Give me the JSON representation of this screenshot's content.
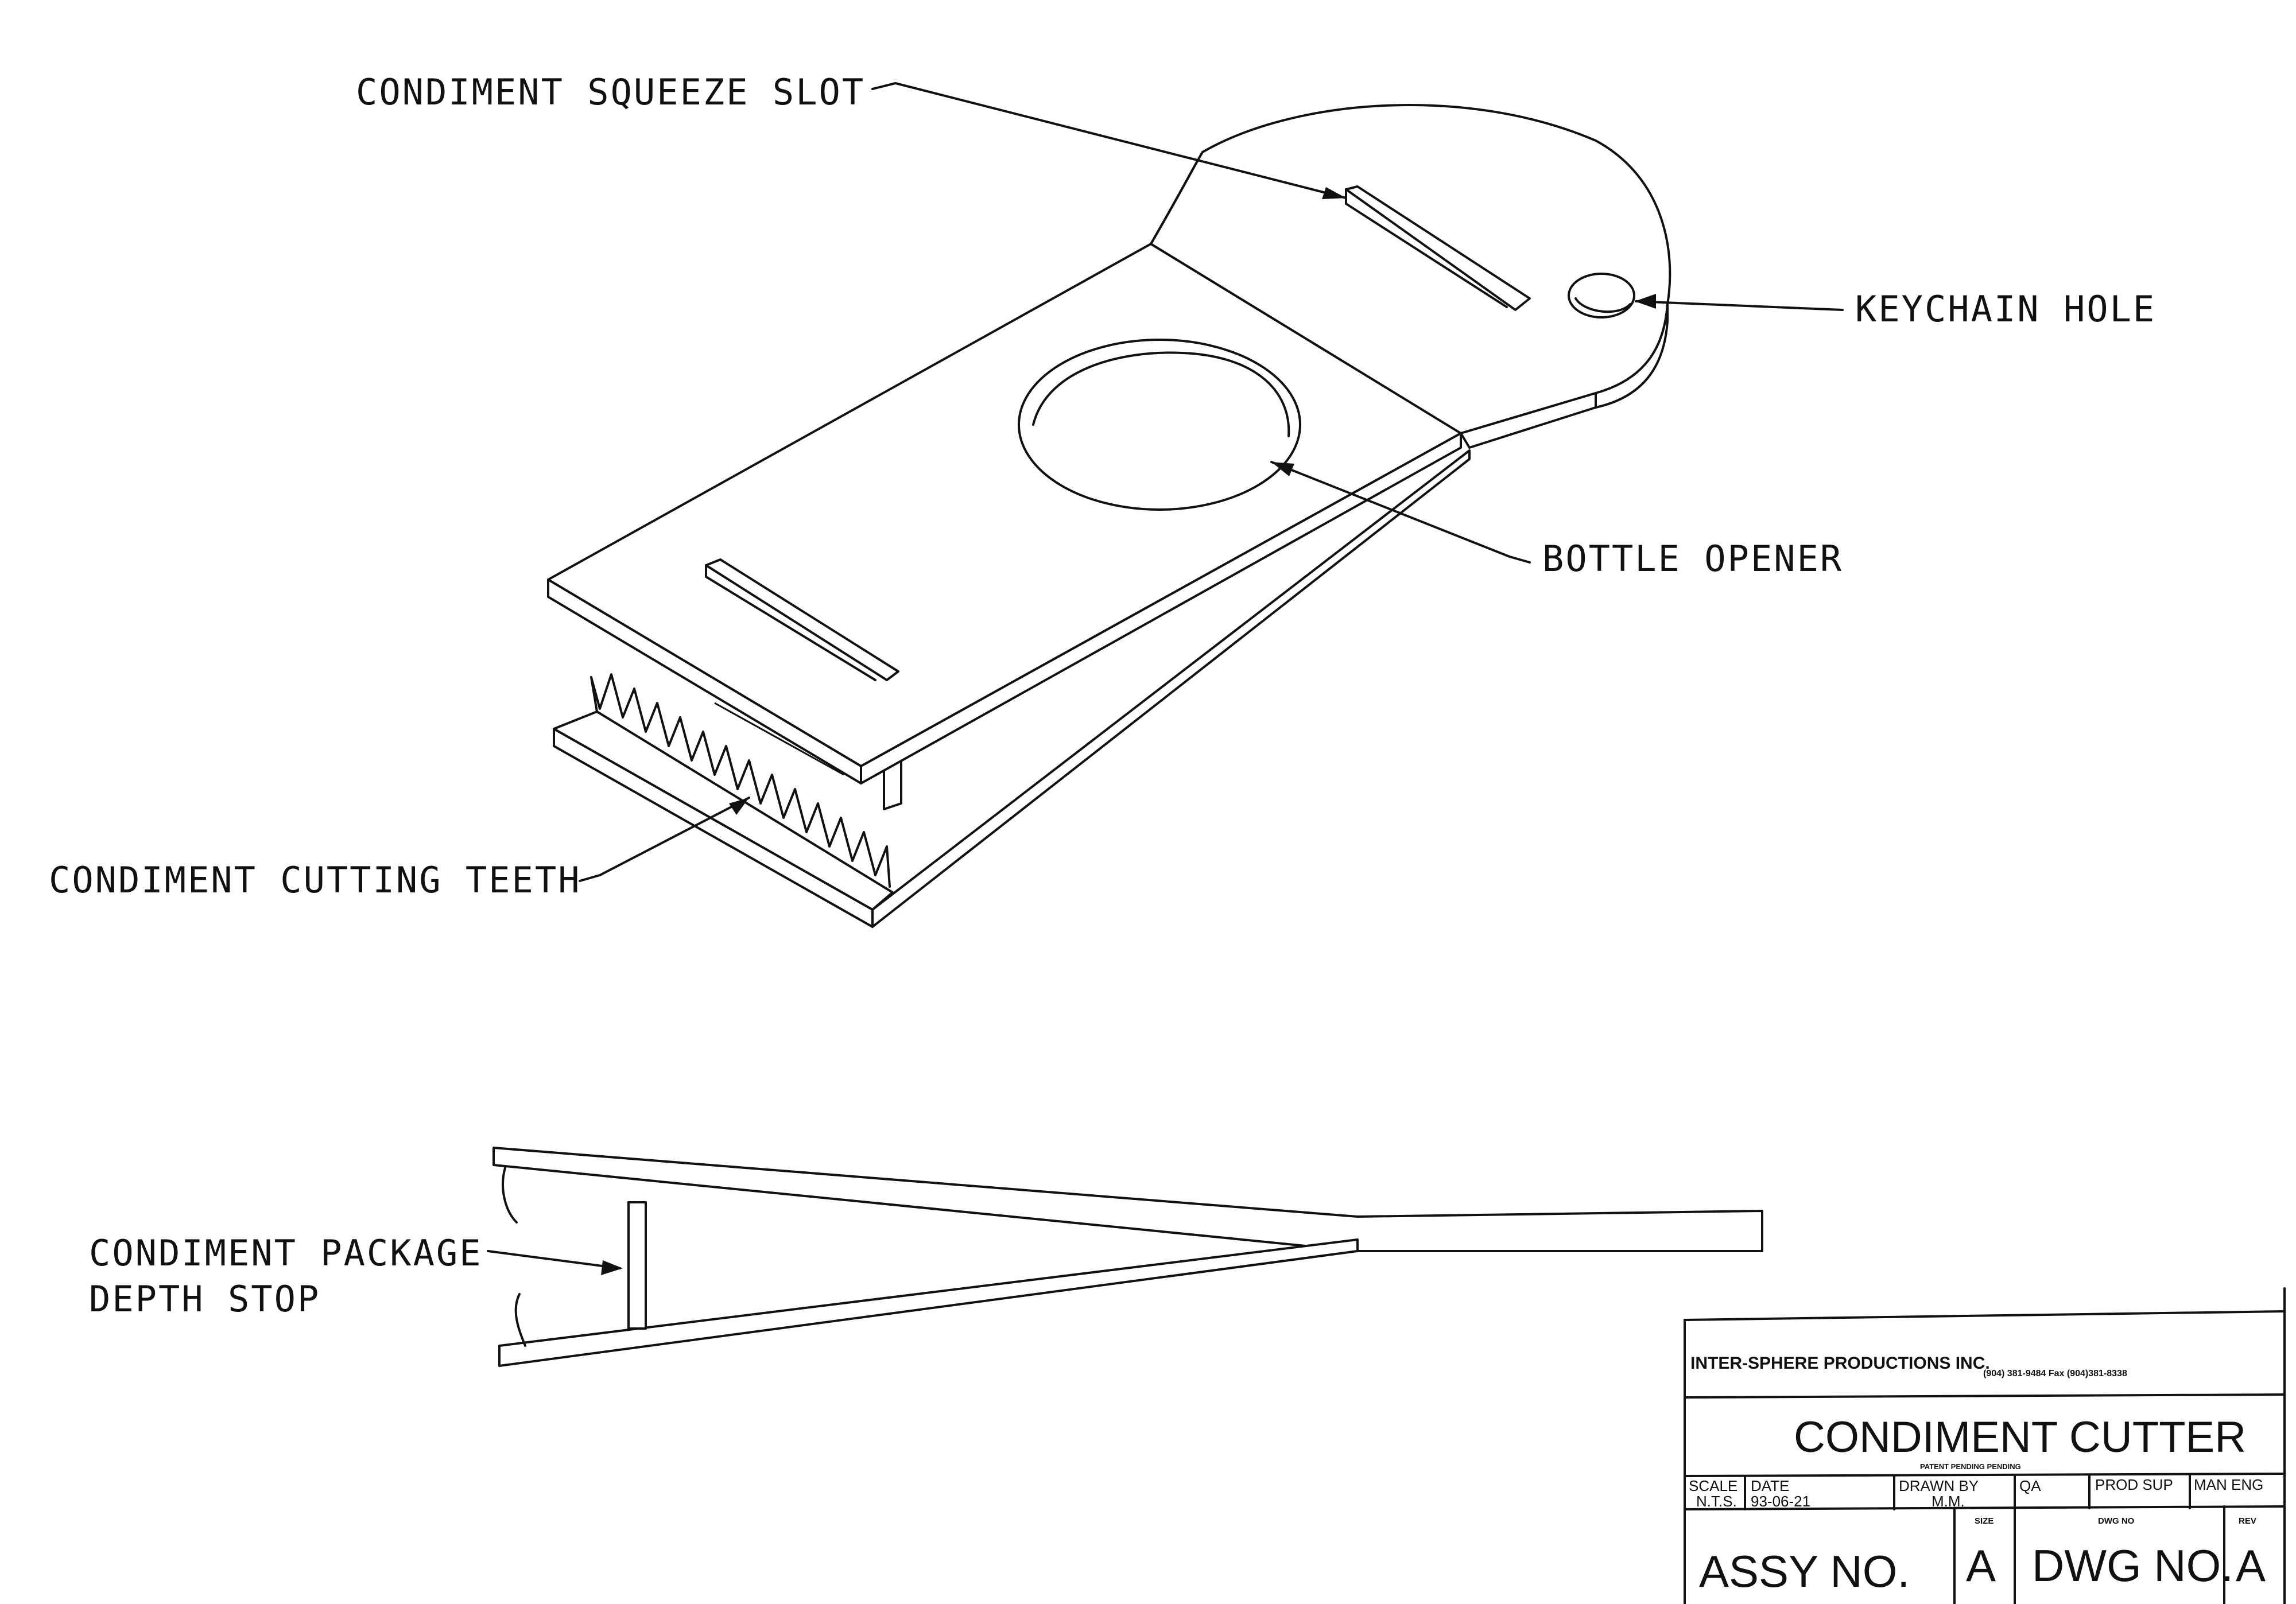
{
  "labels": {
    "squeeze_slot": "CONDIMENT SQUEEZE SLOT",
    "keychain_hole": "KEYCHAIN HOLE",
    "bottle_opener": "BOTTLE OPENER",
    "cutting_teeth": "CONDIMENT CUTTING TEETH",
    "depth_stop_line1": "CONDIMENT PACKAGE",
    "depth_stop_line2": "DEPTH STOP"
  },
  "title_block": {
    "company": "INTER-SPHERE PRODUCTIONS INC.",
    "phone": "(904) 381-9484   Fax (904)381-8338",
    "title": "CONDIMENT CUTTER",
    "patent": "PATENT PENDING PENDING",
    "scale_label": "SCALE",
    "scale_value": "N.T.S.",
    "date_label": "DATE",
    "date_value": "93-06-21",
    "drawn_by_label": "DRAWN BY",
    "drawn_by_value": "M.M.",
    "qa_label": "QA",
    "prod_sup_label": "PROD SUP",
    "man_eng_label": "MAN ENG",
    "size_label": "SIZE",
    "size_value": "A",
    "dwg_no_small_label": "DWG NO",
    "rev_label": "REV",
    "rev_value": "A",
    "assy_no": "ASSY NO.",
    "dwg_no": "DWG NO."
  }
}
